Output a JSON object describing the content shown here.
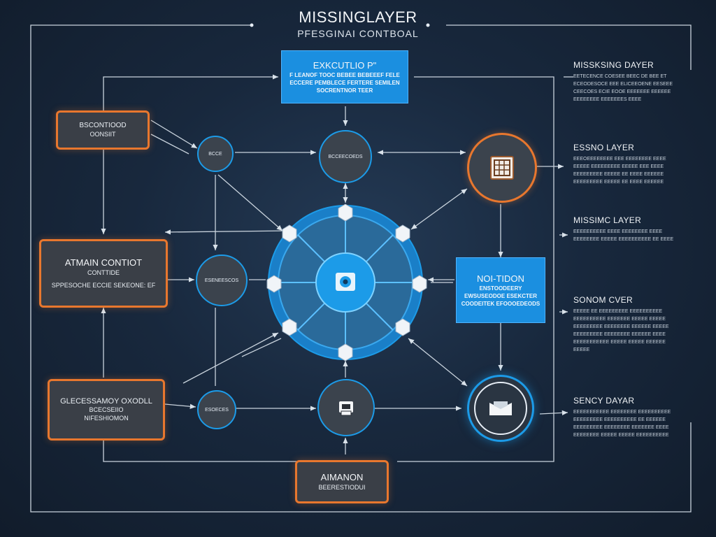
{
  "header": {
    "title": "MISSINGLAYER",
    "subtitle": "PFESGINAI CONTBOAL"
  },
  "boxes": {
    "execution": {
      "title": "EXKCUTLIO P\"",
      "lines": [
        "F LEANOF TOOC BEBEE BEBEEEF FELE",
        "ECCERE PEMBLECE FERTERE SEMILEN",
        "SOCRENTNOR TEER"
      ]
    },
    "top_left": {
      "title": "BSCONTIOOD",
      "sub": "OONSIIT"
    },
    "mid_left": {
      "title": "ATMAIN CONTIOT",
      "sub": "CONTTIDE",
      "detail": "SPPESOCHE ECCIE SEKEONE: EF"
    },
    "bot_left": {
      "title": "GLECESSAMOY OXODLL",
      "sub": "BCECSEIIO",
      "detail": "NIFESHIOMON"
    },
    "bottom": {
      "title": "AIMANON",
      "sub": "BEERESTIODUI"
    },
    "notion": {
      "title": "NOI-TIDON",
      "lines": [
        "ENSTOODEERY",
        "EWSUSEODOE ESEKCTER",
        "COODEITEK EFOOOEDEODS"
      ]
    }
  },
  "nodes": {
    "n_top_small": "BCCE",
    "n_top_center": "BCCEECOEDS",
    "n_mid_left": "ESENEESCOS",
    "n_bot_small": "ESOECES"
  },
  "panels": [
    {
      "title": "MISSKSING DAYER",
      "lines": [
        "EETECENCE COESEE BEEC DE BEE ET",
        "ECEODESOCE EEE ELICEEOENE EESEEE",
        "CEECOES ECIE EOOE EEEEEEE EEEEEE",
        "EEEEEEEE EEEEEEES EEEE"
      ]
    },
    {
      "title": "ESSNO LAYER",
      "lines": [
        "EEEOEEEEEEEE EEE EEEEEEEE EEEE",
        "EEEEE EEEEEEEEE EEEEE EEE EEEE",
        "EEEEEEEEE EEEEE EE EEEE EEEEEE",
        "EEEEEEEEE EEEEE EE EEEE EEEEEE"
      ]
    },
    {
      "title": "MISSIMC LAYER",
      "lines": [
        "EEEEEEEEEE EEEE EEEEEEEE EEEE",
        "EEEEEEEE EEEEE EEEEEEEEEE EE EEEE"
      ]
    },
    {
      "title": "SONOM CVER",
      "lines": [
        "EEEEE EE EEEEEEEEE EEEEEEEEEE",
        "EEEEEEEEEE EEEEEEE EEEEE EEEEE",
        "EEEEEEEEE EEEEEEEE EEEEEE EEEEE",
        "EEEEEEEEE EEEEEEEE EEEEEE EEEE",
        "EEEEEEEEEEE EEEEE EEEEE EEEEEE",
        "EEEEE"
      ]
    },
    {
      "title": "SENCY DAYAR",
      "lines": [
        "EEEEEEEEEEE EEEEEEEE EEEEEEEEEE",
        "EEEEEEEEE EEEEEEEEEE EE EEEEEE",
        "EEEEEEEEE EEEEEEEE EEEEEEE EEEE",
        "EEEEEEEE EEEEE EEEEE EEEEEEEEEE"
      ]
    }
  ],
  "icons": {
    "center": "eye-camera-icon",
    "right_top": "calendar-grid-icon",
    "right_bottom": "document-tray-icon",
    "bottom_center": "printer-icon"
  },
  "colors": {
    "accent_blue": "#1c9be8",
    "accent_orange": "#e8772e",
    "node_fill": "#3b434d"
  }
}
